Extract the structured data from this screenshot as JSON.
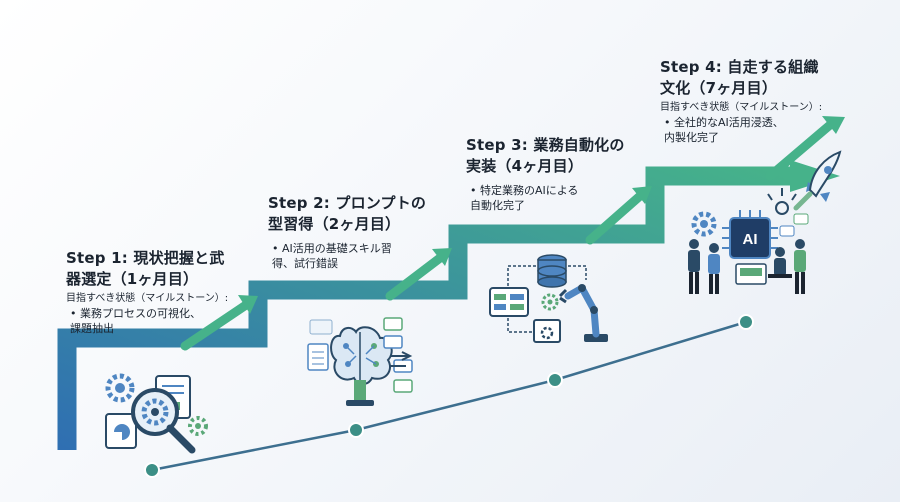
{
  "colors": {
    "stair_start": "#2f6fb2",
    "stair_end": "#46b28a",
    "progress_line": "#3d6f8f",
    "progress_dot": "#3c8f86",
    "icon_dark": "#2a4a66",
    "icon_blue": "#4f86c2",
    "icon_green": "#5aa878"
  },
  "steps": [
    {
      "title": "Step 1: 現状把握と武\n器選定（1ヶ月目）",
      "milestone_label": "目指すべき状態（マイルストーン）:",
      "bullet": "• 業務プロセスの可視化、\n課題抽出",
      "illustration": "gears-documents-magnifier-icon"
    },
    {
      "title": "Step 2: プロンプトの\n型習得（2ヶ月目）",
      "bullet": "• AI活用の基礎スキル習\n得、試行錯誤",
      "illustration": "brain-circuit-icon"
    },
    {
      "title": "Step 3: 業務自動化の\n実装（4ヶ月目）",
      "bullet": "• 特定業務のAIによる\n自動化完了",
      "illustration": "database-robot-arm-icon"
    },
    {
      "title": "Step 4: 自走する組織\n文化（7ヶ月目）",
      "milestone_label": "目指すべき状態（マイルストーン）:",
      "bullet": "• 全社的なAI活用浸透、\n内製化完了",
      "illustration": "ai-team-rocket-icon",
      "ai_badge": "AI"
    }
  ]
}
